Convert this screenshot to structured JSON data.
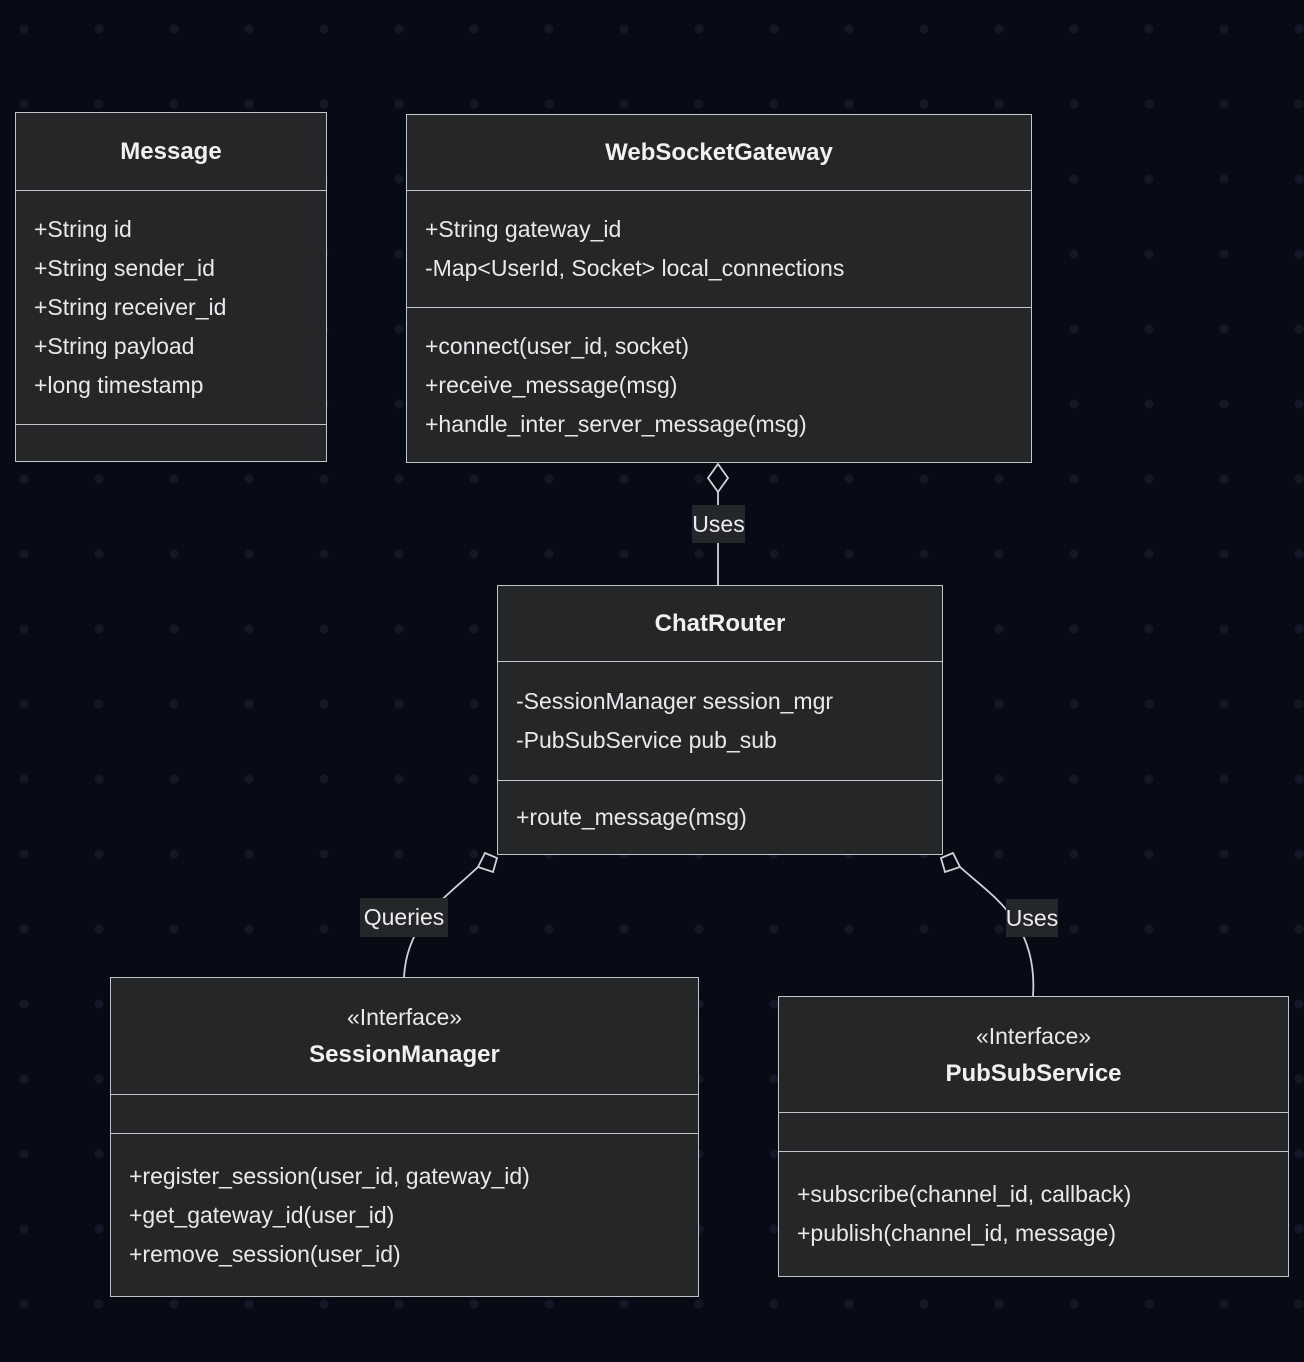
{
  "diagram": {
    "type": "uml-class-diagram",
    "colors": {
      "canvas_bg": "#070b16",
      "grid_dot": "#202634",
      "node_fill": "#242628",
      "node_border": "#c2c5c7",
      "edge_line": "#cfd3d6",
      "text": "#e8e9eb",
      "label_bg": "#242729"
    },
    "classes": [
      {
        "name": "Message",
        "annotation": "",
        "attributes": [
          "+String id",
          "+String sender_id",
          "+String receiver_id",
          "+String payload",
          "+long timestamp"
        ],
        "methods": []
      },
      {
        "name": "WebSocketGateway",
        "annotation": "",
        "attributes": [
          "+String gateway_id",
          "-Map<UserId, Socket> local_connections"
        ],
        "methods": [
          "+connect(user_id, socket)",
          "+receive_message(msg)",
          "+handle_inter_server_message(msg)"
        ]
      },
      {
        "name": "ChatRouter",
        "annotation": "",
        "attributes": [
          "-SessionManager session_mgr",
          "-PubSubService pub_sub"
        ],
        "methods": [
          "+route_message(msg)"
        ]
      },
      {
        "name": "SessionManager",
        "annotation": "«Interface»",
        "attributes": [],
        "methods": [
          "+register_session(user_id, gateway_id)",
          "+get_gateway_id(user_id)",
          "+remove_session(user_id)"
        ]
      },
      {
        "name": "PubSubService",
        "annotation": "«Interface»",
        "attributes": [],
        "methods": [
          "+subscribe(channel_id, callback)",
          "+publish(channel_id, message)"
        ]
      }
    ],
    "edges": [
      {
        "from": "WebSocketGateway",
        "to": "ChatRouter",
        "label": "Uses",
        "type": "aggregation"
      },
      {
        "from": "ChatRouter",
        "to": "SessionManager",
        "label": "Queries",
        "type": "aggregation"
      },
      {
        "from": "ChatRouter",
        "to": "PubSubService",
        "label": "Uses",
        "type": "aggregation"
      }
    ]
  }
}
